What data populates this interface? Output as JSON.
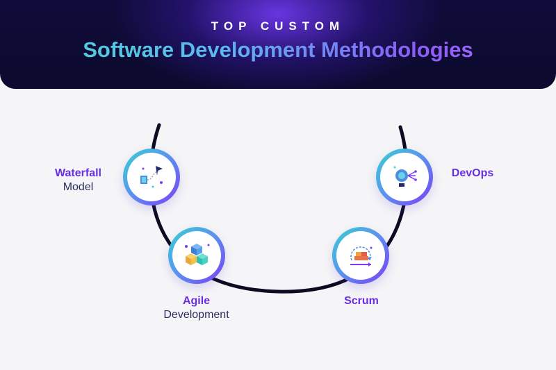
{
  "header": {
    "top_line": "TOP CUSTOM",
    "title": "Software Development Methodologies"
  },
  "colors": {
    "header_bg": "#0c0a2e",
    "accent_purple": "#6a2fe3",
    "accent_teal": "#37d3d1",
    "arc": "#0d0b22"
  },
  "methods": [
    {
      "name": "Waterfall",
      "sub": "Model",
      "icon": "waterfall-icon"
    },
    {
      "name": "Agile",
      "sub": "Development",
      "icon": "cubes-icon"
    },
    {
      "name": "Scrum",
      "sub": "",
      "icon": "scrum-cycle-icon"
    },
    {
      "name": "DevOps",
      "sub": "",
      "icon": "devops-gear-icon"
    }
  ]
}
